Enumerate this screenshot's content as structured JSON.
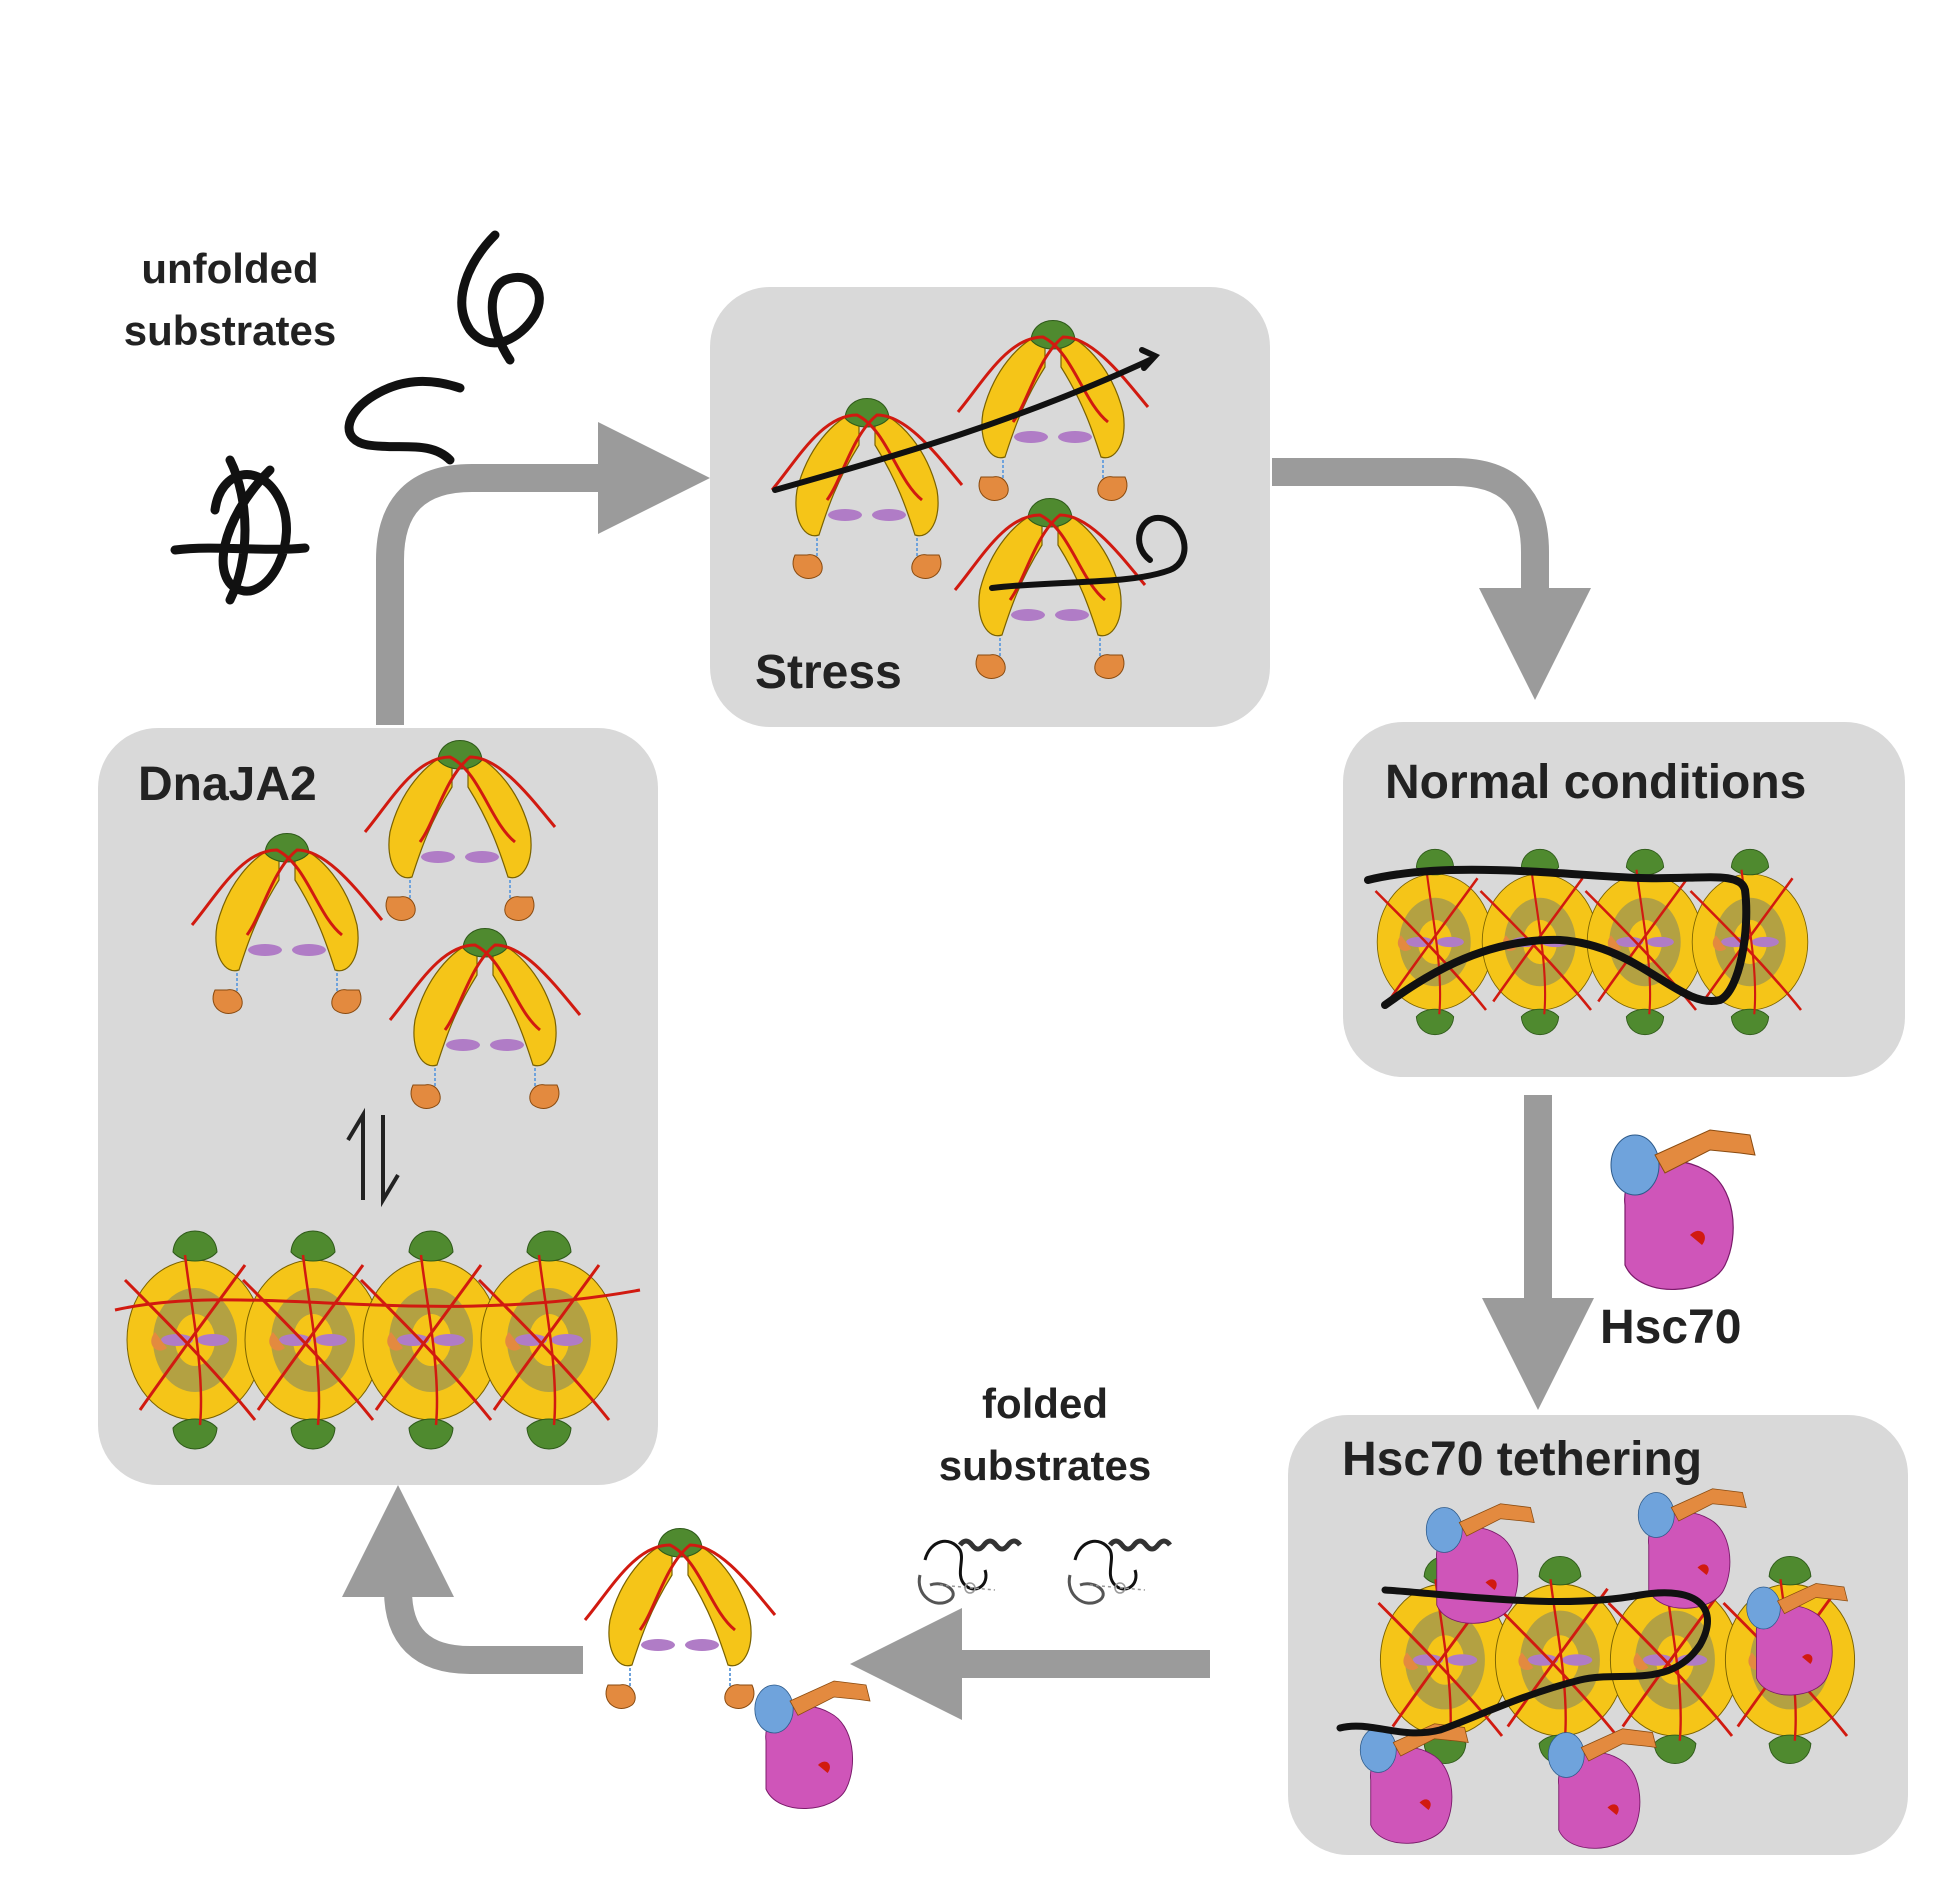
{
  "labels": {
    "unfolded_line1": "unfolded",
    "unfolded_line2": "substrates",
    "stress": "Stress",
    "dnaja2": "DnaJA2",
    "normal": "Normal conditions",
    "hsc70": "Hsc70",
    "tethering": "Hsc70 tethering",
    "folded_line1": "folded",
    "folded_line2": "substrates"
  },
  "colors": {
    "panel_bg": "#d9d9d9",
    "arrow": "#9b9b9b",
    "yellow": "#f5c518",
    "olive": "#a79a4a",
    "green": "#4f8a2f",
    "orange": "#e38a3f",
    "red": "#d11a10",
    "purple": "#b07cc6",
    "pink": "#cf55b9",
    "blue": "#6fa3dc",
    "substrate": "#111111"
  },
  "icons": [
    "equilibrium-arrows-icon",
    "hsc70-protein-icon",
    "folded-substrate-icon",
    "unfolded-substrate-icon"
  ]
}
